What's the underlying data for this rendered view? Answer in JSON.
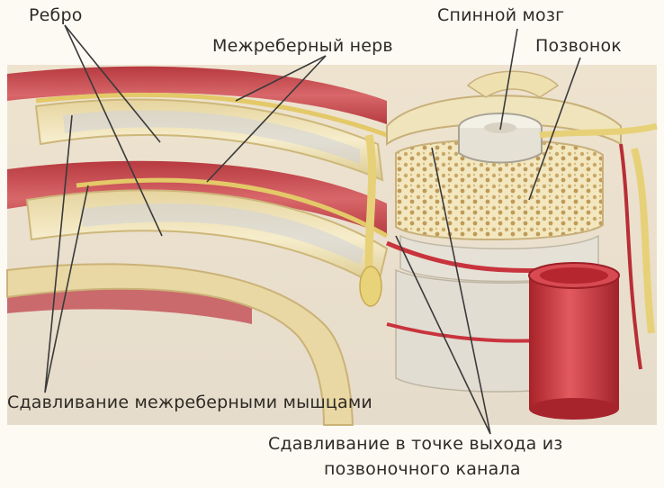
{
  "labels": {
    "rib": "Ребро",
    "intercostal_nerve": "Межреберный нерв",
    "spinal_cord": "Спинной мозг",
    "vertebra": "Позвонок",
    "compression_muscles": "Сдавливание межреберными мышцами",
    "compression_exit_line1": "Сдавливание в точке выхода из",
    "compression_exit_line2": "позвоночного канала"
  },
  "colors": {
    "background": "#fdfaf4",
    "rib_bone": "#efe2b4",
    "rib_edge": "#d9c58a",
    "muscle": "#c9464a",
    "nerve": "#e8d37a",
    "vertebra_body": "#f1e6c2",
    "spongy_dots": "#c9a867",
    "aorta": "#c8343d",
    "leader_line": "#3a3a3a"
  }
}
